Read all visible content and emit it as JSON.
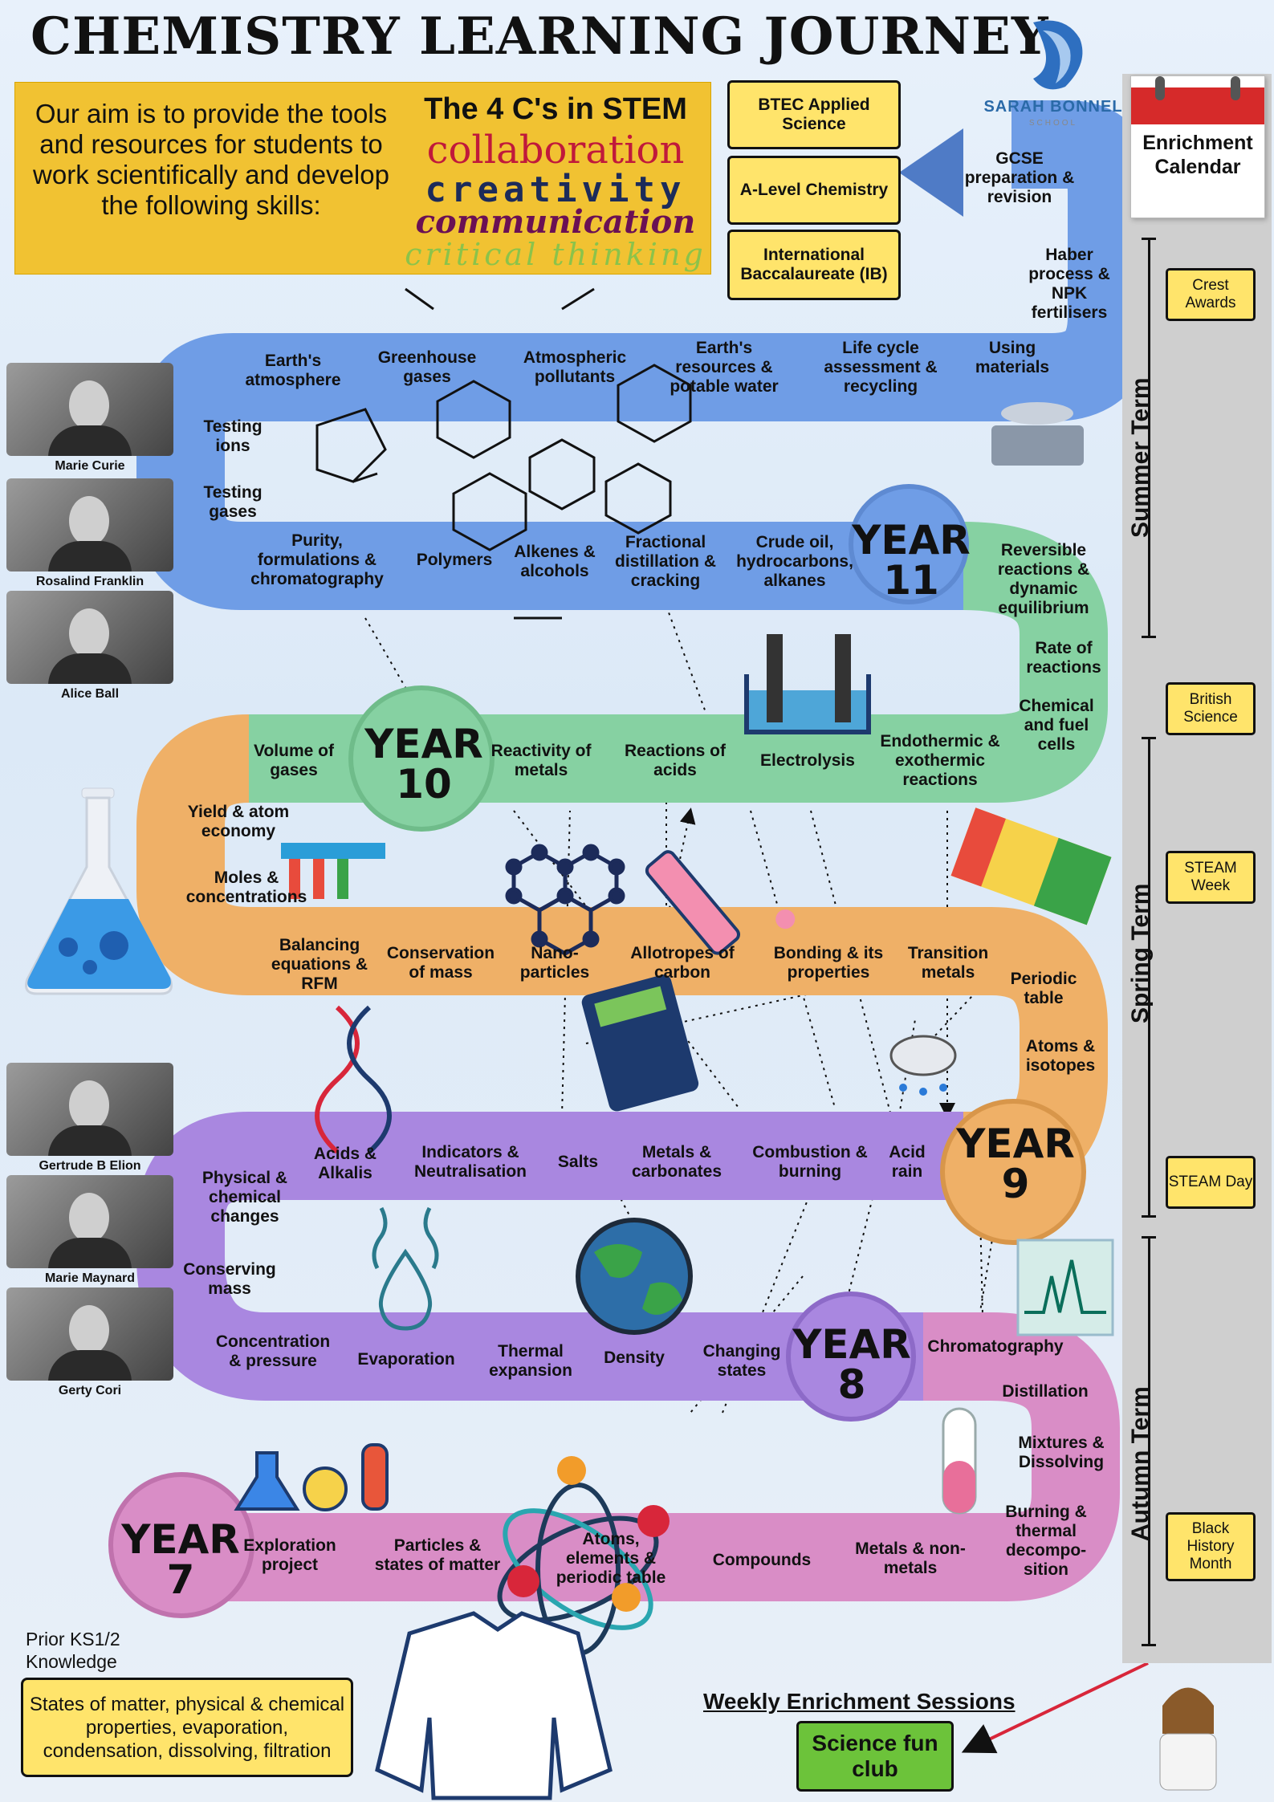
{
  "title": "CHEMISTRY LEARNING JOURNEY",
  "aim": {
    "text": "Our aim is to provide the tools and resources for students to work scientifically and develop the following skills:",
    "four_cs_title": "The 4 C's in STEM",
    "c1": "collaboration",
    "c2": "creativity",
    "c3": "communication",
    "c4": "critical thinking"
  },
  "logo": {
    "name": "SARAH BONNEL",
    "sub": "SCHOOL"
  },
  "pathways": [
    "BTEC Applied Science",
    "A-Level Chemistry",
    "International Baccalaureate (IB)"
  ],
  "calendar": {
    "label": "Enrichment Calendar"
  },
  "terms": {
    "summer": "Summer Term",
    "spring": "Spring Term",
    "autumn": "Autumn Term"
  },
  "events": [
    "Crest Awards",
    "British Science",
    "STEAM Week",
    "STEAM Day",
    "Black History Month"
  ],
  "years": {
    "y7": "YEAR 7",
    "y8": "YEAR 8",
    "y9": "YEAR 9",
    "y10": "YEAR 10",
    "y11": "YEAR 11"
  },
  "topics": {
    "y11_top": [
      "GCSE preparation & revision",
      "Haber process & NPK fertilisers",
      "Using materials",
      "Life cycle assessment & recycling",
      "Earth's resources & potable water",
      "Atmospheric pollutants",
      "Greenhouse gases",
      "Earth's atmosphere"
    ],
    "y11_left": [
      "Testing ions",
      "Testing gases"
    ],
    "y11_bottom": [
      "Purity, formulations & chromatography",
      "Polymers",
      "Alkenes & alcohols",
      "Fractional distillation & cracking",
      "Crude oil, hydrocarbons, alkanes"
    ],
    "y10_right": [
      "Reversible reactions & dynamic equilibrium",
      "Rate of reactions",
      "Chemical and fuel cells"
    ],
    "y10_row": [
      "Volume of gases",
      "Reactivity of metals",
      "Reactions of acids",
      "Electrolysis",
      "Endothermic & exothermic reactions"
    ],
    "y10_left": [
      "Yield & atom economy",
      "Moles & concentrations"
    ],
    "y9_row1": [
      "Balancing equations & RFM",
      "Conservation of mass",
      "Nano-particles",
      "Allotropes of carbon",
      "Bonding & its properties",
      "Transition metals"
    ],
    "y9_right": [
      "Periodic table",
      "Atoms & isotopes"
    ],
    "y8_row1": [
      "Physical & chemical changes",
      "Acids & Alkalis",
      "Indicators & Neutralisation",
      "Salts",
      "Metals & carbonates",
      "Combustion & burning",
      "Acid rain"
    ],
    "y8_left": [
      "Conserving mass"
    ],
    "y8_row2": [
      "Concentration & pressure",
      "Evaporation",
      "Thermal expansion",
      "Density",
      "Changing states"
    ],
    "y7_right": [
      "Chromatography",
      "Distillation",
      "Mixtures & Dissolving",
      "Burning & thermal decompo-sition"
    ],
    "y7_row": [
      "Exploration project",
      "Particles & states of matter",
      "Atoms, elements & periodic table",
      "Compounds",
      "Metals & non-metals"
    ]
  },
  "scientists": [
    "Marie Curie",
    "Rosalind Franklin",
    "Alice Ball",
    "Gertrude B Elion",
    "Marie Maynard",
    "Gerty Cori"
  ],
  "prior": {
    "label": "Prior KS1/2 Knowledge",
    "box": "States of matter, physical & chemical properties, evaporation, condensation, dissolving, filtration"
  },
  "enrichment": {
    "weekly": "Weekly Enrichment Sessions",
    "club": "Science fun club"
  },
  "colors": {
    "blue": "#6f9de6",
    "green": "#86d1a2",
    "orange": "#efb067",
    "purple": "#a987e0",
    "pink": "#d98dc6",
    "yellow": "#ffe46b"
  }
}
